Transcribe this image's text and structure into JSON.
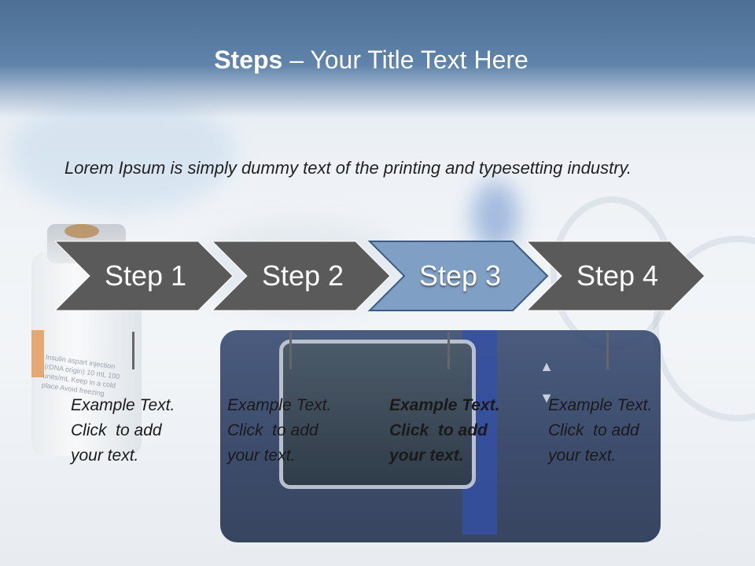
{
  "title": {
    "bold": "Steps",
    "rest": " – Your Title Text Here"
  },
  "description": "Lorem Ipsum is simply dummy text of the printing and typesetting industry.",
  "background": {
    "vial_label": "Insulin aspart injection (rDNA origin) 10 mL 100 units/mL Keep in a cold place Avoid freezing"
  },
  "steps": [
    {
      "label": "Step 1",
      "active": false,
      "text_lines": [
        "Example Text.",
        "Click  to add",
        "your text."
      ]
    },
    {
      "label": "Step 2",
      "active": false,
      "text_lines": [
        "Example Text.",
        "Click  to add",
        "your text."
      ]
    },
    {
      "label": "Step 3",
      "active": true,
      "text_lines": [
        "Example Text.",
        "Click  to add",
        "your text."
      ]
    },
    {
      "label": "Step 4",
      "active": false,
      "text_lines": [
        "Example Text.",
        "Click  to add",
        "your text."
      ]
    }
  ],
  "colors": {
    "chevron_default": "#5a5a5a",
    "chevron_active": "#7f9fc4",
    "chevron_active_stroke": "#3b5a86",
    "title_band": "#5f83aa"
  }
}
